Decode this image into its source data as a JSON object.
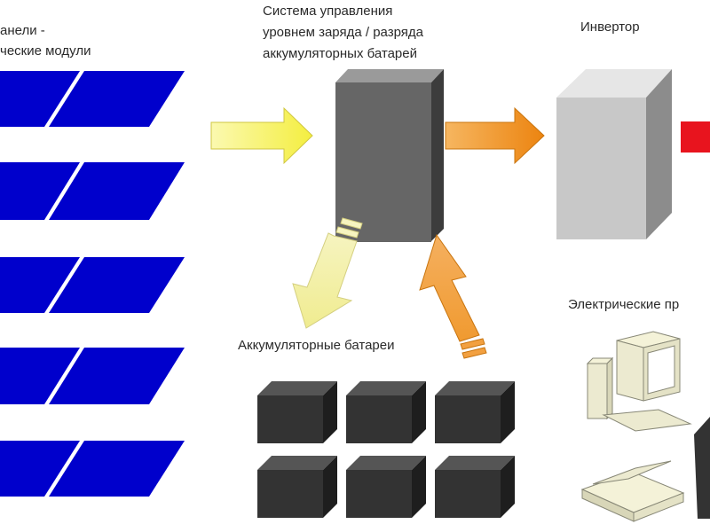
{
  "labels": {
    "panels_line1": "анели -",
    "panels_line2": "ческие модули",
    "controller_line1": "Система управления",
    "controller_line2": "уровнем заряда / разряда",
    "controller_line3": "аккумуляторных батарей",
    "inverter": "Инвертор",
    "batteries": "Аккумуляторные батареи",
    "consumers": "Электрические пр"
  },
  "colors": {
    "panel_blue": "#0000cc",
    "arrow_yellow": "#f7f36a",
    "arrow_pale_yellow": "#f4f2a8",
    "arrow_orange": "#f0901e",
    "arrow_red": "#e8141e",
    "controller_gray": "#666666",
    "inverter_gray": "#c8c8c8",
    "battery_black": "#333333"
  },
  "icons": [
    "solar-panel-icon",
    "battery-cube-icon",
    "computer-icon",
    "scanner-icon"
  ]
}
